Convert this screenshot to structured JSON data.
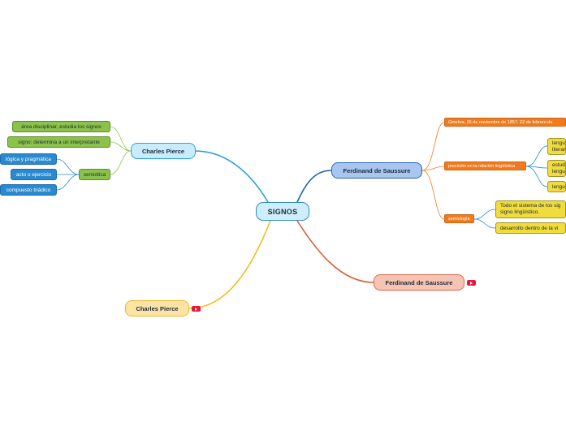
{
  "root": {
    "label": "SIGNOS"
  },
  "branches": {
    "pierce_top": {
      "label": "Charles Pierce",
      "children": {
        "area": "área disciplinar, estudia los signos",
        "signo": "signo: determina a un interpretante",
        "semiotica": {
          "label": "semiótica",
          "children": [
            "lógica y pragmática",
            "acto o ejercicio",
            "compuesto triádico"
          ]
        }
      }
    },
    "saussure_top": {
      "label": "Ferdinand de Saussure",
      "children": {
        "fechas": "Ginebra, 26 de noviembre de 1857, 22 de febrero de",
        "precision": {
          "label": "precisión en la relación lingüística",
          "children": [
            {
              "line1": "lengua",
              "line2": "literar"
            },
            {
              "line1": "estudi",
              "line2": "lengua"
            },
            {
              "line1": "lengua",
              "line2": ""
            }
          ]
        },
        "semiologia": {
          "label": "semiología",
          "children": [
            {
              "line1": "Todo el sistema de los sig",
              "line2": "signo lingüístico."
            },
            {
              "line1": "desarrollo dentro de la vi",
              "line2": ""
            }
          ]
        }
      }
    },
    "saussure_bottom": {
      "label": "Ferdinand de Saussure",
      "media": "youtube-icon"
    },
    "pierce_bottom": {
      "label": "Charles Pierce",
      "media": "youtube-icon"
    }
  },
  "colors": {
    "pierce_top_link": "#2a9fd6",
    "saussure_top_link": "#1d5fa8",
    "saussure_bottom_link": "#e15a2f",
    "pierce_bottom_link": "#f6b920",
    "green_link": "#8bc34a",
    "blue_link": "#2a8ad0",
    "orange_link": "#f07b1f",
    "yellow_link": "#2a8ad0"
  }
}
